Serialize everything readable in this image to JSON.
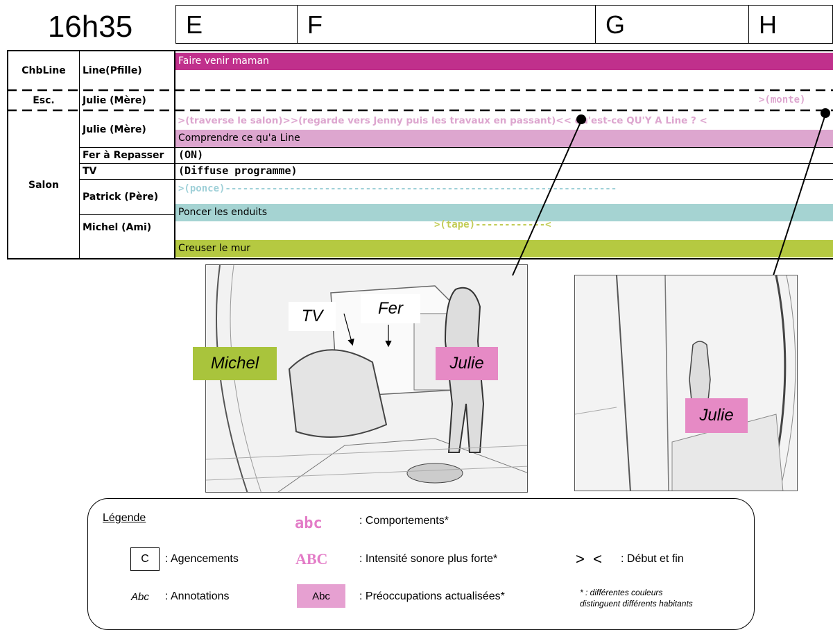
{
  "time": "16h35",
  "columns": [
    "E",
    "F",
    "G",
    "H"
  ],
  "rooms": {
    "chbline": "ChbLine",
    "esc": "Esc.",
    "salon": "Salon"
  },
  "actors": {
    "line": "Line(Pfille)",
    "julie_esc": "Julie (Mère)",
    "julie_salon": "Julie (Mère)",
    "fer": "Fer à Repasser",
    "tv": "TV",
    "patrick": "Patrick (Père)",
    "michel": "Michel (Ami)"
  },
  "timeline": {
    "line_preoccupation": "Faire venir maman",
    "julie_esc_behavior": ">(monte)",
    "julie_salon_behavior": ">(traverse le salon)>>(regarde vers Jenny puis les travaux en passant)<< qu'est-ce QU'Y A Line ? <",
    "julie_preoccupation": "Comprendre ce qu'a Line",
    "fer_state": "(ON)",
    "tv_state": "(Diffuse programme)",
    "patrick_behavior": ">(ponce)-------------------------------------------------------------------",
    "patrick_preoccupation": "Poncer les enduits",
    "michel_behavior": ">(tape)------------<",
    "michel_preoccupation": "Creuser le mur"
  },
  "photo_labels": {
    "tv": "TV",
    "fer": "Fer",
    "michel": "Michel",
    "julie_left": "Julie",
    "julie_right": "Julie"
  },
  "legend": {
    "title": "Légende",
    "behaviors_sample": "abc",
    "behaviors_label": ": Comportements*",
    "arrangement_sample": "C",
    "arrangement_label": ": Agencements",
    "loud_sample": "ABC",
    "loud_label": ": Intensité sonore plus forte*",
    "startend_sample": ">  <",
    "startend_label": ": Début et fin",
    "annotation_sample": "Abc",
    "annotation_label": ": Annotations",
    "preocc_sample": "Abc",
    "preocc_label": ": Préoccupations actualisées*",
    "note_line1": "* : différentes couleurs",
    "note_line2": "distinguent différents habitants"
  },
  "colors": {
    "line_bar": "#c0308c",
    "julie_bar": "#dda6cf",
    "julie_text": "#d98ec4",
    "patrick_bar": "#a5d3d2",
    "patrick_text": "#9fd0d8",
    "michel_bar": "#b5c941",
    "michel_text": "#c2cc55",
    "michel_tag": "#a9c43c",
    "julie_tag": "#e68ac5",
    "legend_pink": "#e37cc7",
    "legend_preocc": "#e6a0d1"
  }
}
